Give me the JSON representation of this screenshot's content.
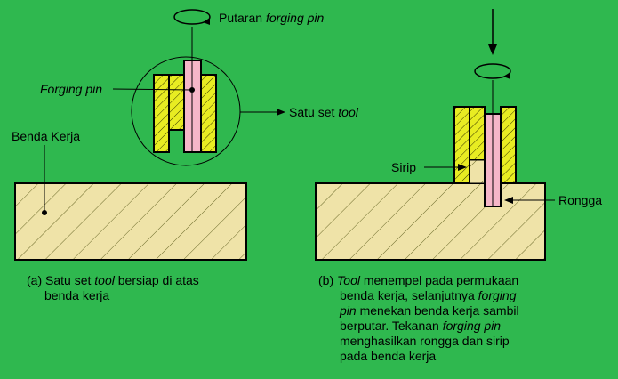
{
  "colors": {
    "background": "#2fb84f",
    "workpiece_fill": "#efe3a8",
    "tool_fill": "#e8ec22",
    "pin_fill": "#f5b6c8",
    "outline": "#000000"
  },
  "labels": {
    "rotation_a": "Putaran ",
    "rotation_a_italic": "forging pin",
    "forging_pin": "Forging pin",
    "tool_set_prefix": "Satu set ",
    "tool_set_italic": "tool",
    "workpiece": "Benda Kerja",
    "fin": "Sirip",
    "cavity": "Rongga"
  },
  "captions": {
    "a": {
      "marker": "(a)",
      "text1": "Satu set ",
      "italic1": "tool",
      "text2": " bersiap di atas",
      "line2": "benda kerja"
    },
    "b": {
      "marker": "(b)",
      "italic1": "Tool",
      "text1": " menempel pada permukaan",
      "line2": "benda kerja, selanjutnya ",
      "italic2": "forging",
      "italic3": "pin",
      "text3": " menekan benda kerja sambil",
      "line4": "berputar. Tekanan ",
      "italic4": "forging pin",
      "line5": "menghasilkan rongga dan sirip",
      "line6": "pada benda kerja"
    }
  }
}
